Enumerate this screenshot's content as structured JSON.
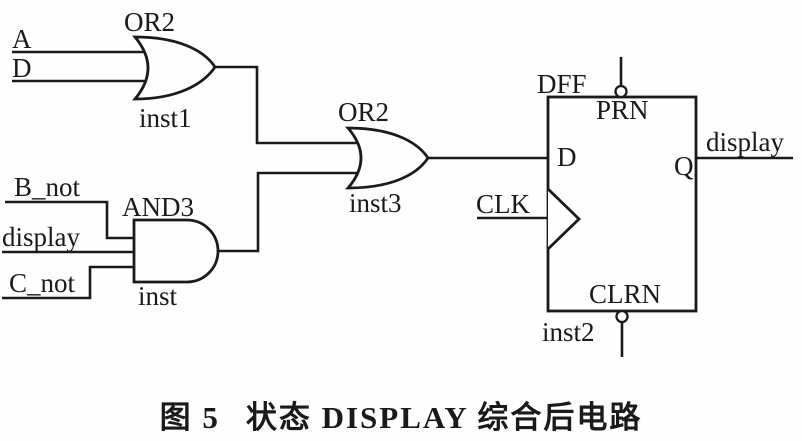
{
  "figure": {
    "caption": {
      "figure_label": "图 5",
      "title": "状态 DISPLAY 综合后电路"
    }
  },
  "signals": {
    "input_a": "A",
    "input_d": "D",
    "input_b_not": "B_not",
    "input_display": "display",
    "input_c_not": "C_not",
    "clock": "CLK",
    "output_display": "display"
  },
  "gates": {
    "or_inst1": {
      "type": "OR2",
      "instance": "inst1"
    },
    "and_inst": {
      "type": "AND3",
      "instance": "inst"
    },
    "or_inst3": {
      "type": "OR2",
      "instance": "inst3"
    },
    "dff_inst2": {
      "type": "DFF",
      "instance": "inst2",
      "pins": {
        "data": "D",
        "output": "Q",
        "preset": "PRN",
        "clear": "CLRN"
      }
    }
  },
  "colors": {
    "ink": "#1a1a1a",
    "background": "#fefefe"
  }
}
